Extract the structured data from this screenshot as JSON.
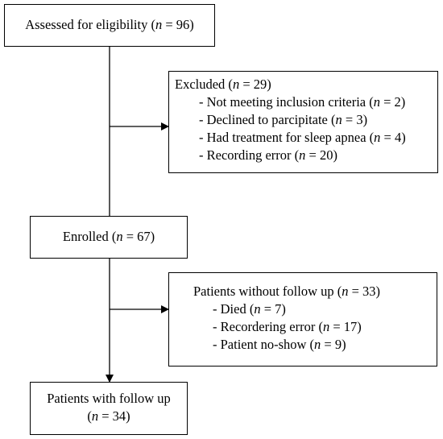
{
  "assessed": {
    "text": "Assessed for eligibility (",
    "n": "n",
    "value": " = 96)"
  },
  "excluded": {
    "title": {
      "text": "Excluded (",
      "n": "n",
      "value": " = 29)"
    },
    "items": [
      {
        "text": "- Not meeting inclusion criteria (",
        "n": "n",
        "value": " = 2)"
      },
      {
        "text": "- Declined to parcipitate (",
        "n": "n",
        "value": " = 3)"
      },
      {
        "text": "- Had treatment for sleep apnea (",
        "n": "n",
        "value": " = 4)"
      },
      {
        "text": "- Recording error (",
        "n": "n",
        "value": " = 20)"
      }
    ]
  },
  "enrolled": {
    "text": "Enrolled (",
    "n": "n",
    "value": " = 67)"
  },
  "no_follow_up": {
    "title": {
      "text": "Patients without follow up (",
      "n": "n",
      "value": " = 33)"
    },
    "items": [
      {
        "text": "- Died (",
        "n": "n",
        "value": " = 7)"
      },
      {
        "text": "- Recordering error (",
        "n": "n",
        "value": " = 17)"
      },
      {
        "text": "- Patient no-show (",
        "n": "n",
        "value": " = 9)"
      }
    ]
  },
  "follow_up": {
    "title": "Patients with follow up",
    "count": {
      "text": "(",
      "n": "n",
      "value": " = 34)"
    }
  }
}
